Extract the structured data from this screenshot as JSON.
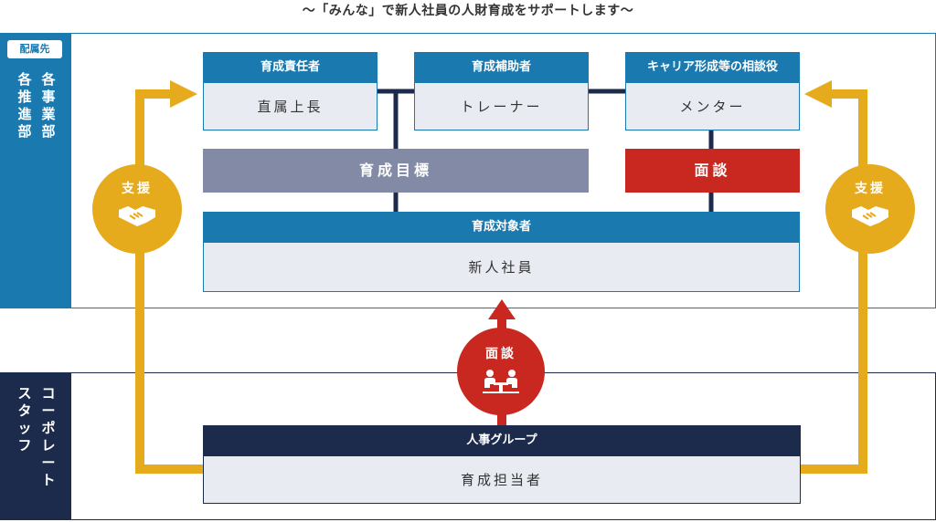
{
  "title": "～「みんな」で新人社員の人財育成をサポートします～",
  "top_section": {
    "tag": "配属先",
    "col_a": "各推進部",
    "col_b": "各事業部"
  },
  "bottom_section": {
    "label_col_a": "スタッフ",
    "label_col_b": "コーポレート"
  },
  "boxes": {
    "manager": {
      "header": "育成責任者",
      "body": "直属上長"
    },
    "assistant": {
      "header": "育成補助者",
      "body": "トレーナー"
    },
    "counselor": {
      "header": "キャリア形成等の相談役",
      "body": "メンター"
    },
    "target": {
      "header": "育成対象者",
      "body": "新人社員"
    },
    "hr": {
      "header": "人事グループ",
      "body": "育成担当者"
    }
  },
  "goal_label": "育成目標",
  "interview_label": "面談",
  "support_left": "支援",
  "support_right": "支援",
  "center_interview": "面談",
  "colors": {
    "blue": "#1a7ab0",
    "navy": "#1c2a4c",
    "yellow": "#e6aa1d",
    "red": "#c8281f",
    "gray_goal": "#828aa6",
    "box_fill": "#e9ebf3"
  },
  "icons": {
    "support": "handshake-icon",
    "interview": "meeting-icon"
  }
}
